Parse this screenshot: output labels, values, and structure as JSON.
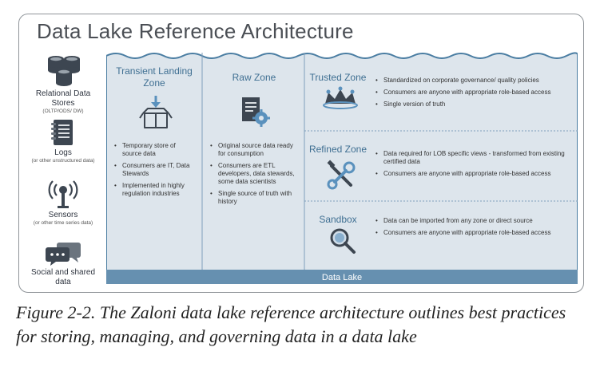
{
  "title": "Data Lake Reference Architecture",
  "sources": [
    {
      "label": "Relational Data Stores",
      "sub": "(OLTP/ODS/ DW)",
      "icon": "database-icon"
    },
    {
      "label": "Logs",
      "sub": "(or other unstructured data)",
      "icon": "log-notebook-icon"
    },
    {
      "label": "Sensors",
      "sub": "(or other time series data)",
      "icon": "sensor-antenna-icon"
    },
    {
      "label": "Social and shared data",
      "sub": "",
      "icon": "chat-bubbles-icon"
    }
  ],
  "zones": {
    "transient": {
      "title": "Transient Landing Zone",
      "icon": "box-download-icon",
      "bullets": [
        "Temporary store of source data",
        "Consumers are IT, Data Stewards",
        "Implemented in highly regulation industries"
      ]
    },
    "raw": {
      "title": "Raw Zone",
      "icon": "document-gear-icon",
      "bullets": [
        "Original source data ready for consumption",
        "Consumers are ETL developers, data stewards, some data scientists",
        "Single source of truth with history"
      ]
    },
    "trusted": {
      "title": "Trusted Zone",
      "icon": "crown-icon",
      "bullets": [
        "Standardized on corporate governance/ quality policies",
        "Consumers are anyone with appropriate role-based access",
        "Single version of truth"
      ]
    },
    "refined": {
      "title": "Refined Zone",
      "icon": "wrench-screwdriver-icon",
      "bullets": [
        "Data required for LOB specific views - transformed from existing certified data",
        "Consumers are anyone with appropriate role-based access"
      ]
    },
    "sandbox": {
      "title": "Sandbox",
      "icon": "magnifier-icon",
      "bullets": [
        "Data can be imported from any zone or direct source",
        "Consumers are anyone with appropriate role-based access"
      ]
    }
  },
  "lake_label": "Data Lake",
  "caption": "Figure 2-2. The Zaloni data lake reference architecture outlines best practices for storing, managing, and governing data in a data lake",
  "colors": {
    "lake_fill": "#dde5ec",
    "lake_border": "#4a7da2",
    "zone_title": "#3f6f92",
    "lake_bar": "#6690b0",
    "icon_dark": "#3d4651",
    "icon_accent": "#5a91bd"
  }
}
